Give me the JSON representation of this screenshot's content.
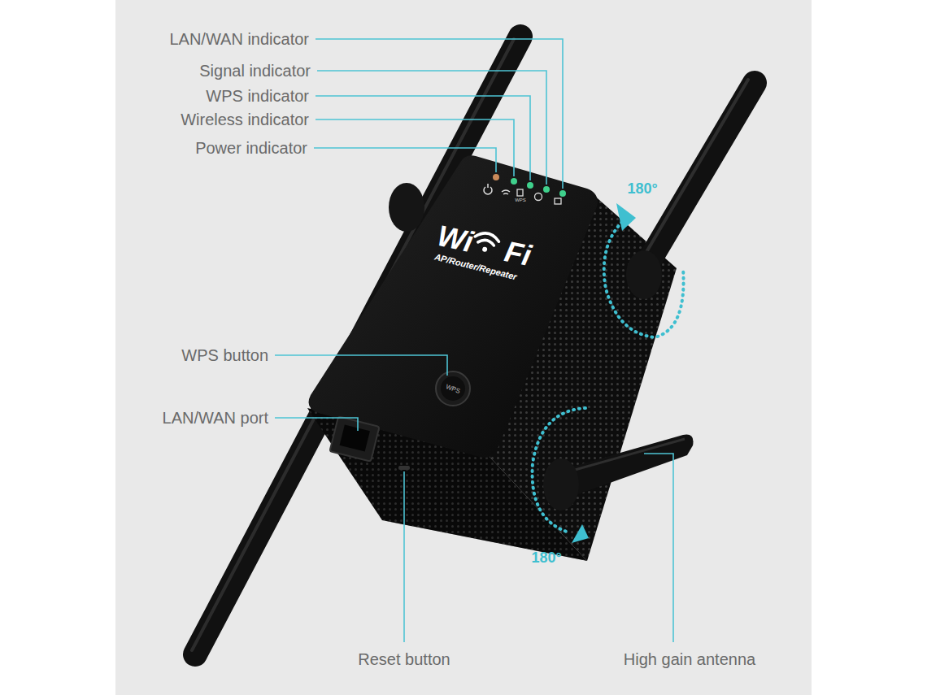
{
  "diagram": {
    "labels": [
      "LAN/WAN indicator",
      "Signal indicator",
      "WPS indicator",
      "Wireless indicator",
      "Power indicator",
      "Wi",
      "Fi",
      "AP/Router/Repeater",
      "WPS",
      "WPS button",
      "WPS",
      "LAN/WAN port",
      "180°",
      "180°",
      "Reset button",
      "High gain antenna"
    ]
  }
}
